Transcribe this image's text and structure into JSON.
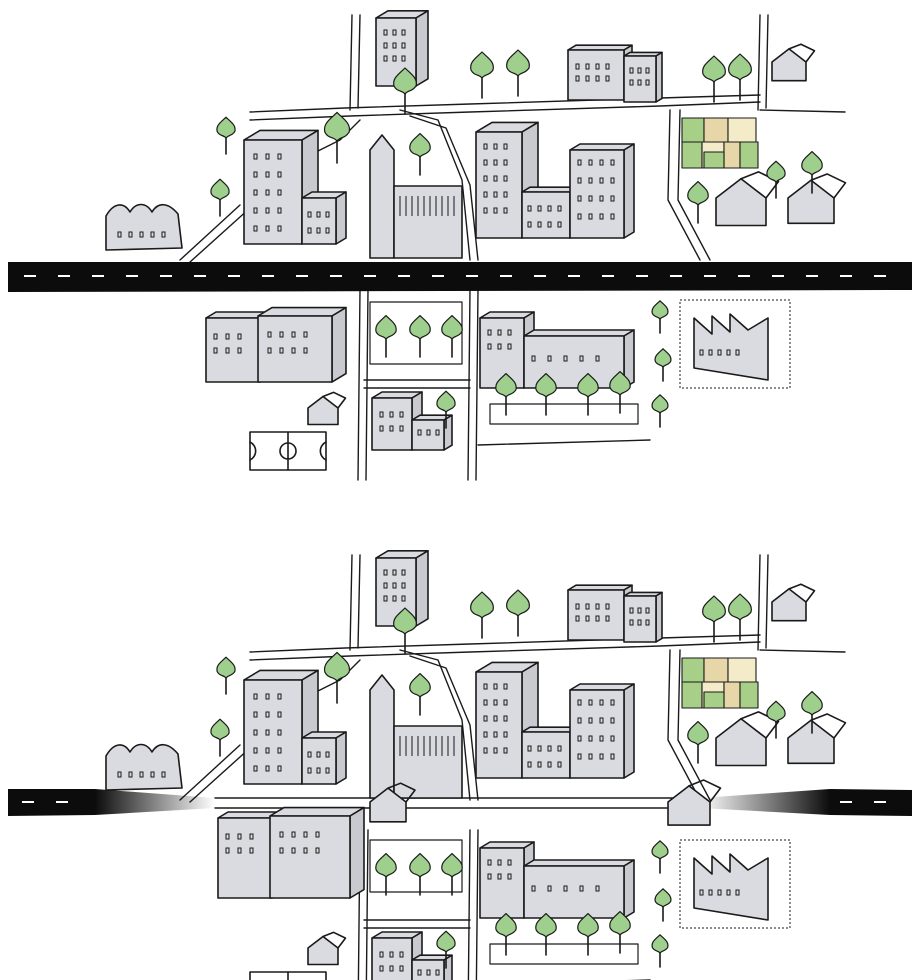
{
  "panels": [
    {
      "id": "before",
      "road": "continuous"
    },
    {
      "id": "after",
      "road": "covered-middle"
    }
  ],
  "colors": {
    "building": "#d9dbe0",
    "ink": "#1a1a1a",
    "road": "#0c0c0c",
    "tree": "#9fcf8c",
    "plot_green": "#a7cf88",
    "plot_beige": "#e7d7a8",
    "plot_cream": "#f4ecc9"
  },
  "icons": [
    "building-icon",
    "tree-icon",
    "house-icon",
    "factory-icon",
    "church-icon",
    "football-pitch-icon",
    "garden-plots-icon",
    "warehouse-icon"
  ]
}
